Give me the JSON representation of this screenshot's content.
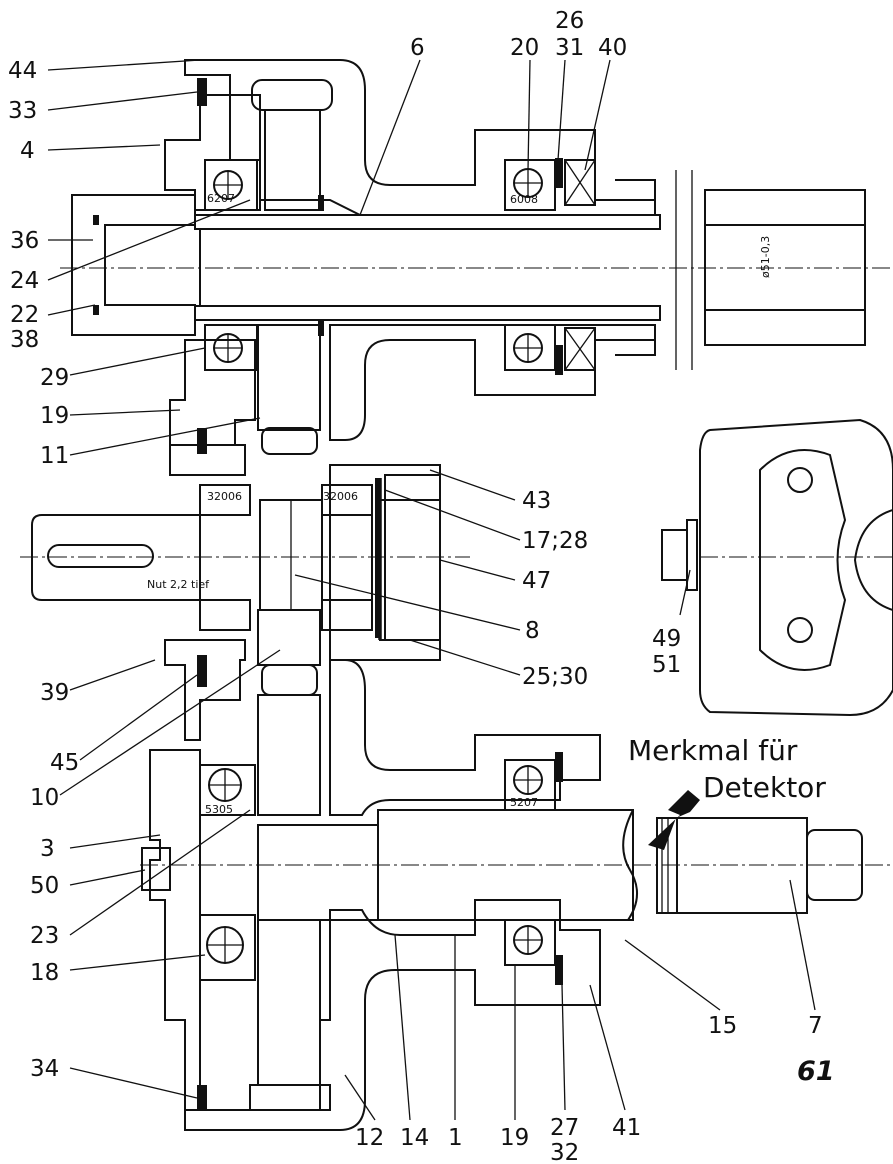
{
  "figure_number": "61",
  "feature_note": {
    "line1": "Merkmal für",
    "line2": "Detektor"
  },
  "groove_note": "Nut 2,2 tief",
  "bearings": {
    "b6207_top": "6207",
    "b6008": "6008",
    "b32006_left": "32006",
    "b32006_right": "32006",
    "b5305": "5305",
    "b5207": "5207"
  },
  "dimension": "ø51-0,3",
  "labels": {
    "p44": "44",
    "p33": "33",
    "p4": "4",
    "p36": "36",
    "p24": "24",
    "p22": "22",
    "p38": "38",
    "p29": "29",
    "p19a": "19",
    "p11": "11",
    "p39": "39",
    "p45": "45",
    "p10": "10",
    "p3": "3",
    "p50": "50",
    "p23": "23",
    "p18": "18",
    "p34": "34",
    "p6": "6",
    "p20": "20",
    "p26": "26",
    "p31": "31",
    "p40": "40",
    "p43": "43",
    "p17_28": "17;28",
    "p47": "47",
    "p8": "8",
    "p25_30": "25;30",
    "p49": "49",
    "p51": "51",
    "p12": "12",
    "p14": "14",
    "p1": "1",
    "p19b": "19",
    "p27": "27",
    "p32": "32",
    "p41": "41",
    "p15": "15",
    "p7": "7"
  }
}
